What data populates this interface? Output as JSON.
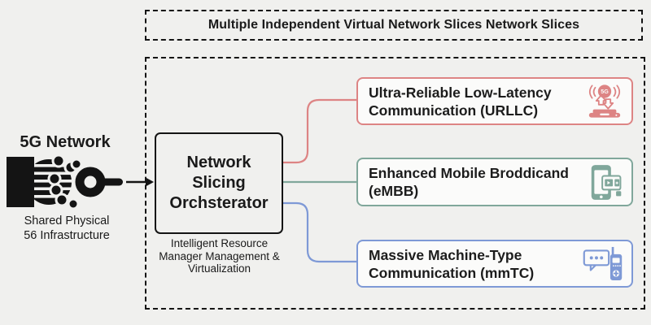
{
  "diagram": {
    "background_color": "#f0f0ee",
    "ink_color": "#141414",
    "top_banner": {
      "title": "Multiple Independent Virtual Network Slices Network Slices"
    },
    "source": {
      "title": "5G Network",
      "caption_line1": "Shared Physical",
      "caption_line2": "56 Infrastructure",
      "icon": "fiber-5g-network-icon",
      "arrow_icon": "right-arrow-icon"
    },
    "orchestrator": {
      "label_line1": "Network",
      "label_line2": "Slicing",
      "label_line3": "Orchsterator",
      "caption_line1": "Intelligent Resource",
      "caption_line2": "Manager",
      "caption_line3": "Management &",
      "caption_line4": "Virtualization"
    },
    "slices": [
      {
        "id": "urllc",
        "line1": "Ultra-Reliable Low-Latency",
        "line2": "Communication (URLLC)",
        "color": "#dd8484",
        "icon": "5g-laptop-up-down-arrows-icon"
      },
      {
        "id": "embb",
        "line1": "Enhanced Mobile Broddicand",
        "line2": "(eMBB)",
        "color": "#80a79b",
        "icon": "smartphone-media-card-icon"
      },
      {
        "id": "mmtc",
        "line1": "Massive Machine-Type",
        "line2": "Communication (mmTC)",
        "color": "#7e99d6",
        "icon": "chat-bubble-iot-device-icon"
      }
    ]
  }
}
